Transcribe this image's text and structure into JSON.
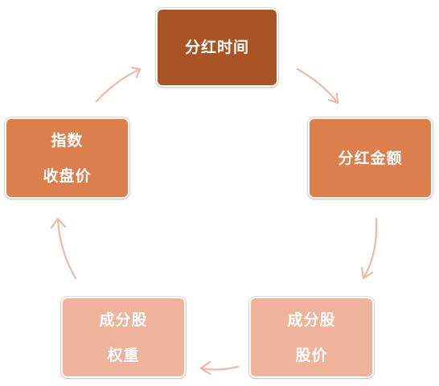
{
  "cycle": {
    "nodes": [
      {
        "lines": [
          "分红时间"
        ],
        "color": "#a85424"
      },
      {
        "lines": [
          "分红金额"
        ],
        "color": "#dd7f4d"
      },
      {
        "lines": [
          "成分股",
          "股价"
        ],
        "color": "#efb29a"
      },
      {
        "lines": [
          "成分股",
          "权重"
        ],
        "color": "#efb29a"
      },
      {
        "lines": [
          "指数",
          "收盘价"
        ],
        "color": "#dd7f4d"
      }
    ],
    "arrow_color": "#f0b9a2",
    "direction": "clockwise"
  }
}
